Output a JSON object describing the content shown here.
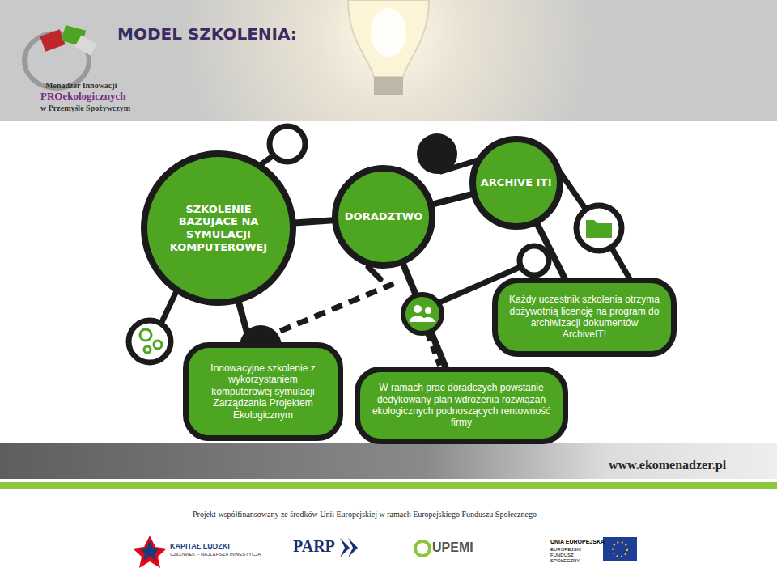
{
  "diagram": {
    "title": "MODEL SZKOLENIA:",
    "nodes": [
      {
        "text": [
          "SZKOLENIE BAZUJACE NA SYMULACJI KOMPUTEROWEJ"
        ]
      },
      {
        "text": [
          "DORADZTWO"
        ]
      },
      {
        "text": [
          "ARCHIVE IT!"
        ]
      },
      {
        "text": [
          "Każdy uczestnik szkolenia otrzyma dożywotnią licencję na program do archiwizacji dokumentów ArchiveIT!"
        ]
      },
      {
        "text": [
          "Innowacyjne szkolenie z wykorzystaniem komputerowej symulacji Zarządzania Projektem Ekologicznym"
        ]
      },
      {
        "text": [
          "W ramach prac doradczych powstanie dedykowany plan wdrożenia rozwiązań ekologicznych podnoszących rentowność firmy"
        ]
      }
    ],
    "edges": [
      {
        "from": 0,
        "to": 1,
        "arrow": "none"
      },
      {
        "from": 1,
        "to": 2,
        "arrow": "none"
      },
      {
        "from": 2,
        "to": 3,
        "arrow": "none"
      },
      {
        "from": 0,
        "to": 4,
        "arrow": "none"
      },
      {
        "from": 1,
        "to": 5,
        "arrow": "none"
      }
    ],
    "labels": [
      "Menadzer Innowacji",
      "PROekologicznych",
      "w Przemyśle Spożywczym",
      "www.ekomenadzer.pl",
      "Projekt współfinansowany ze środków Unii Europejskiej w ramach Europejskiego Funduszu Społecznego",
      "KAPITAŁ LUDZKI",
      "CZŁOWIEK – NAJLEPSZA INWESTYCJA",
      "PARP",
      "UPEMI",
      "UNIA EUROPEJSKA",
      "EUROPEJSKI FUNDUSZ SPOŁECZNY"
    ]
  }
}
